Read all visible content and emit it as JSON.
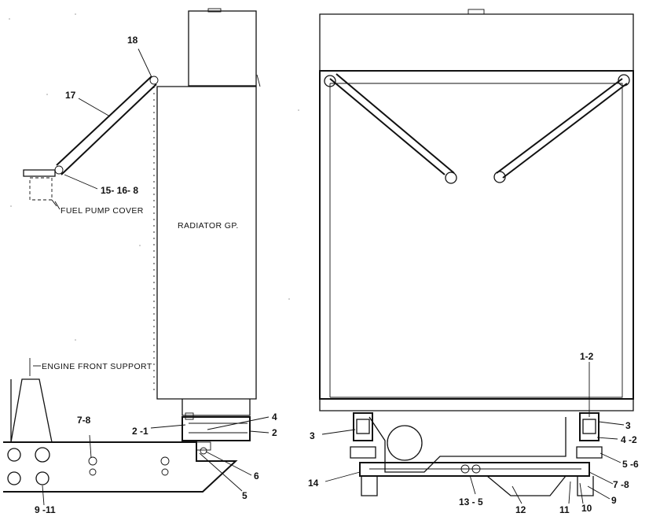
{
  "callouts": {
    "c18": "18",
    "c17": "17",
    "c15168": "15- 16- 8",
    "fuel_pump_cover": "FUEL PUMP COVER",
    "radiator_gp": "RADIATOR GP.",
    "engine_front_support": "ENGINE FRONT SUPPORT",
    "c78_left": "7-8",
    "c21": "2 -1",
    "c4_left": "4",
    "c2_left": "2",
    "c6_left": "6",
    "c5_left": "5",
    "c911": "9 -11",
    "c12": "1-2",
    "c3_left": "3",
    "c3_right": "3",
    "c42": "4 -2",
    "c56": "5 -6",
    "c14": "14",
    "c78_right": "7 -8",
    "c9": "9",
    "c135": "13 - 5",
    "c12b": "12",
    "c11": "11",
    "c10": "10"
  }
}
